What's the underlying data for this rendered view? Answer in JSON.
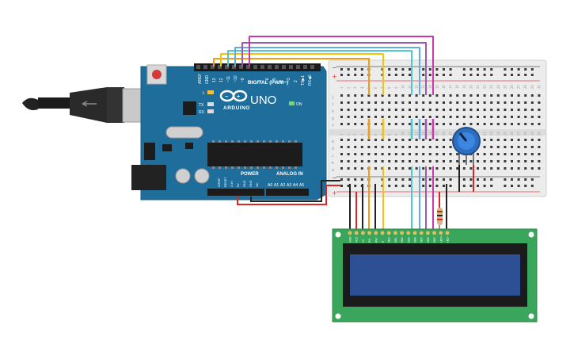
{
  "arduino": {
    "brand": "ARDUINO",
    "model": "UNO",
    "digital_label": "DIGITAL (PWM~)",
    "power_label": "POWER",
    "analog_label": "ANALOG IN",
    "on_label": "ON",
    "led_l": "L",
    "led_tx": "TX",
    "led_rx": "RX",
    "tx_pin": "TX▶1",
    "rx_pin": "RX◀0",
    "aref": "AREF",
    "gnd": "GND",
    "digital_pins": [
      "13",
      "12",
      "~11",
      "~10",
      "~9",
      "8",
      "7",
      "~6",
      "~5",
      "4",
      "~3",
      "2"
    ],
    "power_pins": [
      "IOREF",
      "RESET",
      "3.3V",
      "5V",
      "GND",
      "GND",
      "Vin"
    ],
    "analog_pins": [
      "A0",
      "A1",
      "A2",
      "A3",
      "A4",
      "A5"
    ]
  },
  "breadboard": {
    "rows_top": [
      "j",
      "i",
      "h",
      "g",
      "f"
    ],
    "rows_bottom": [
      "e",
      "d",
      "c",
      "b",
      "a"
    ],
    "columns": [
      "1",
      "2",
      "3",
      "4",
      "5",
      "6",
      "7",
      "8",
      "9",
      "10",
      "11",
      "12",
      "13",
      "14",
      "15",
      "16",
      "17",
      "18",
      "19",
      "20",
      "21",
      "22",
      "23",
      "24",
      "25",
      "26",
      "27",
      "28",
      "29",
      "30"
    ],
    "rail_plus": "+",
    "rail_minus": "−"
  },
  "lcd": {
    "pin_labels": [
      "GND",
      "VCC",
      "V0",
      "RS",
      "RW",
      "E",
      "DB0",
      "DB1",
      "DB2",
      "DB3",
      "DB4",
      "DB5",
      "DB6",
      "DB7",
      "LED+",
      "LED-"
    ]
  },
  "colors": {
    "board_blue": "#1f6d9a",
    "breadboard": "#ececec",
    "lcd_pcb": "#3aa65c",
    "lcd_screen": "#2d4f93",
    "wire_orange": "#f39c12",
    "wire_yellow": "#f1c40f",
    "wire_cyan": "#48c9d9",
    "wire_blue": "#5dade2",
    "wire_purple": "#9b59b6",
    "wire_magenta": "#c837ab",
    "wire_red": "#e02424",
    "wire_black": "#222222",
    "pot_knob": "#2c6fbf"
  }
}
